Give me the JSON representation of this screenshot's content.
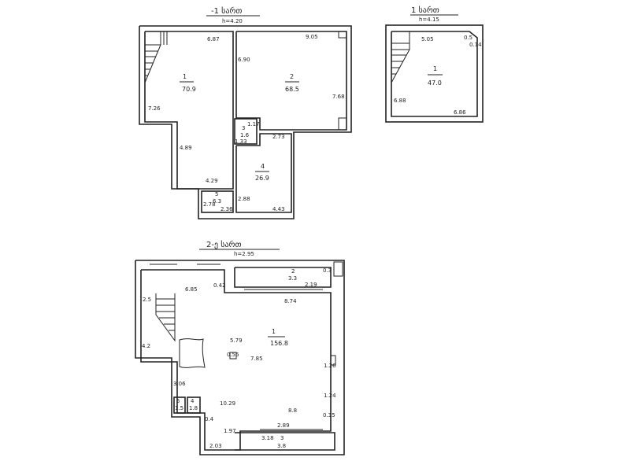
{
  "plans": [
    {
      "title": "-1 სართ",
      "height": "h=4.20",
      "rooms": [
        {
          "number": "1",
          "area": "70.9"
        },
        {
          "number": "2",
          "area": "68.5"
        },
        {
          "number": "3",
          "area": "1.6"
        },
        {
          "number": "4",
          "area": "26.9"
        },
        {
          "number": "5",
          "area": "6.3"
        }
      ],
      "dims": [
        "6.87",
        "9.05",
        "6.90",
        "7.26",
        "7.68",
        "4.89",
        "4.29",
        "2.73",
        "2.36",
        "4.43",
        "2.88",
        "2.78",
        "1.17",
        "1.33"
      ]
    },
    {
      "title": "1 სართ",
      "height": "h=4.15",
      "rooms": [
        {
          "number": "1",
          "area": "47.0"
        }
      ],
      "dims": [
        "5.05",
        "6.86",
        "6.88",
        "0.14",
        "0.5"
      ]
    },
    {
      "title": "2-ე სართ",
      "height": "h=2.95",
      "rooms": [
        {
          "number": "1",
          "area": "156.8"
        },
        {
          "number": "2",
          "area": "3.3"
        },
        {
          "number": "3",
          "area": "3.8"
        },
        {
          "number": "4",
          "area": "1.8"
        },
        {
          "number": "5",
          "area": "1.5"
        }
      ],
      "dims": [
        "6.85",
        "8.74",
        "2.5",
        "5.79",
        "0.55",
        "7.85",
        "10.29",
        "8.8",
        "2.89",
        "3.18",
        "2.03",
        "0.42",
        "0.3",
        "1.26",
        "2.19",
        "0.35",
        "0.4",
        "3.06",
        "1.97",
        "4.2",
        "1.24"
      ]
    }
  ]
}
